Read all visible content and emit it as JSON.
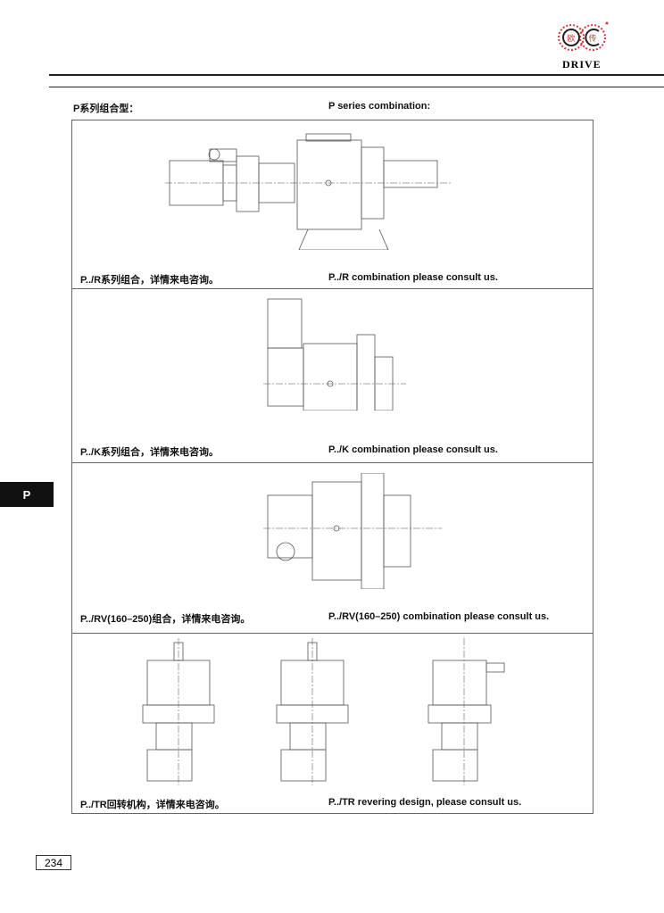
{
  "logo": {
    "text": "DRIVE",
    "chars": [
      "欧",
      "传"
    ],
    "color": "#d23a3a"
  },
  "header": {
    "title_cn": "P系列组合型：",
    "title_en": "P series combination:"
  },
  "sections": [
    {
      "caption_cn": "P../R系列组合，详情来电咨询。",
      "caption_en": "P../R combination please consult us."
    },
    {
      "caption_cn": "P../K系列组合，详情来电咨询。",
      "caption_en": "P../K combination please consult us."
    },
    {
      "caption_cn": "P../RV(160–250)组合，详情来电咨询。",
      "caption_en": "P../RV(160–250) combination please consult us."
    },
    {
      "caption_cn": "P../TR回转机构，详情来电咨询。",
      "caption_en": "P../TR revering design, please consult us."
    }
  ],
  "side_tab": "P",
  "page_number": "234"
}
